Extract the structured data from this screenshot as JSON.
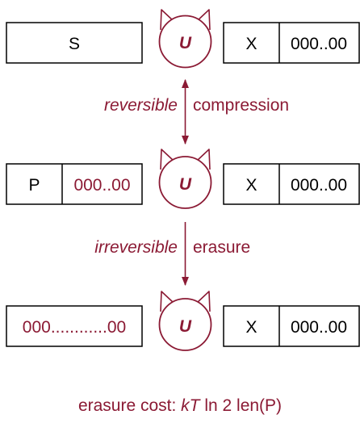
{
  "colors": {
    "accent": "#8b1a34",
    "ink": "#000000"
  },
  "rows": [
    {
      "tape_cells": [
        "S"
      ],
      "tape_cell_colors": [
        "ink"
      ],
      "machine_label": "U",
      "right_cells": [
        "X",
        "000..00"
      ]
    },
    {
      "tape_cells": [
        "P",
        "000..00"
      ],
      "tape_cell_colors": [
        "ink",
        "accent"
      ],
      "machine_label": "U",
      "right_cells": [
        "X",
        "000..00"
      ]
    },
    {
      "tape_cells": [
        "000............00"
      ],
      "tape_cell_colors": [
        "accent"
      ],
      "machine_label": "U",
      "right_cells": [
        "X",
        "000..00"
      ]
    }
  ],
  "transitions": [
    {
      "qualifier": "reversible",
      "action": "compression",
      "arrow": "bidirectional"
    },
    {
      "qualifier": "irreversible",
      "action": "erasure",
      "arrow": "down"
    }
  ],
  "cost": {
    "prefix": "erasure cost: ",
    "kT": "kT",
    "rest": " ln 2 len(P)"
  }
}
